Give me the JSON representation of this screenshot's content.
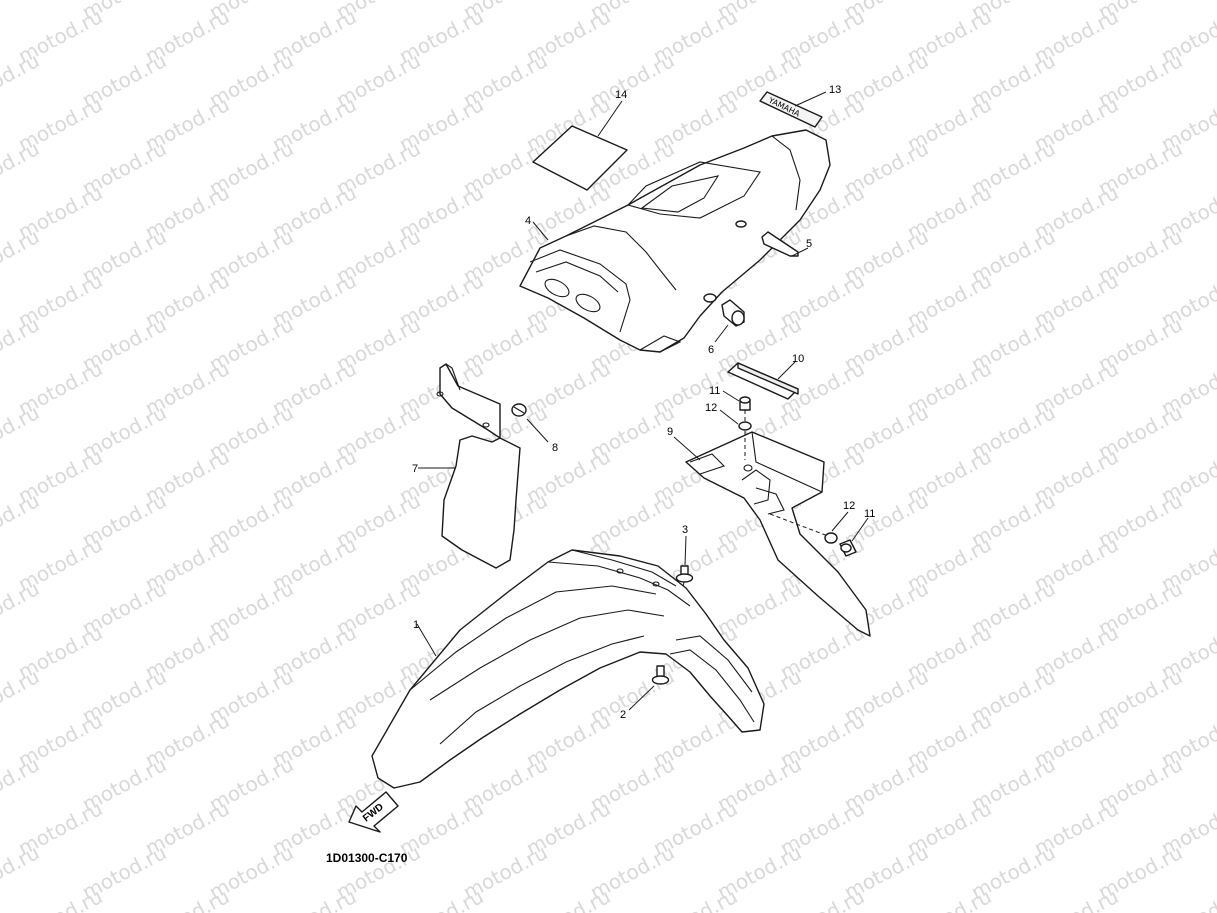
{
  "watermark": "motod.ru",
  "diagram_code": "1D01300-C170",
  "fwd_label": "FWD",
  "decal_text": "YAMAHA",
  "callouts": {
    "c1": "1",
    "c2": "2",
    "c3": "3",
    "c4": "4",
    "c5": "5",
    "c6": "6",
    "c7": "7",
    "c8": "8",
    "c9": "9",
    "c10": "10",
    "c11a": "11",
    "c11b": "11",
    "c12a": "12",
    "c12b": "12",
    "c13": "13",
    "c14": "14"
  }
}
